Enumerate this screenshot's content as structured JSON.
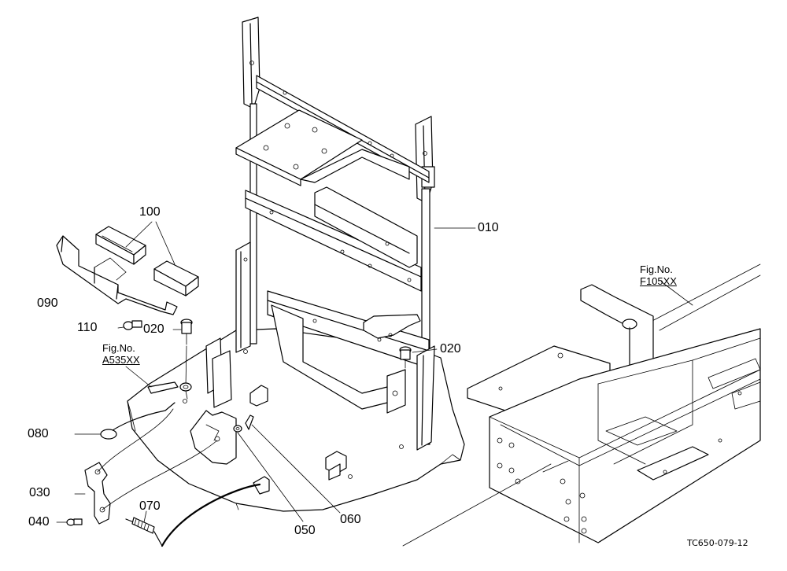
{
  "callouts": {
    "p010": "010",
    "p020a": "020",
    "p020b": "020",
    "p030": "030",
    "p040": "040",
    "p050": "050",
    "p060": "060",
    "p070": "070",
    "p080": "080",
    "p090": "090",
    "p100": "100",
    "p110": "110"
  },
  "references": {
    "ref1": {
      "label": "Fig.No.",
      "number": "A535XX"
    },
    "ref2": {
      "label": "Fig.No.",
      "number": "F105XX"
    }
  },
  "drawing_code": "TC650-079-12"
}
